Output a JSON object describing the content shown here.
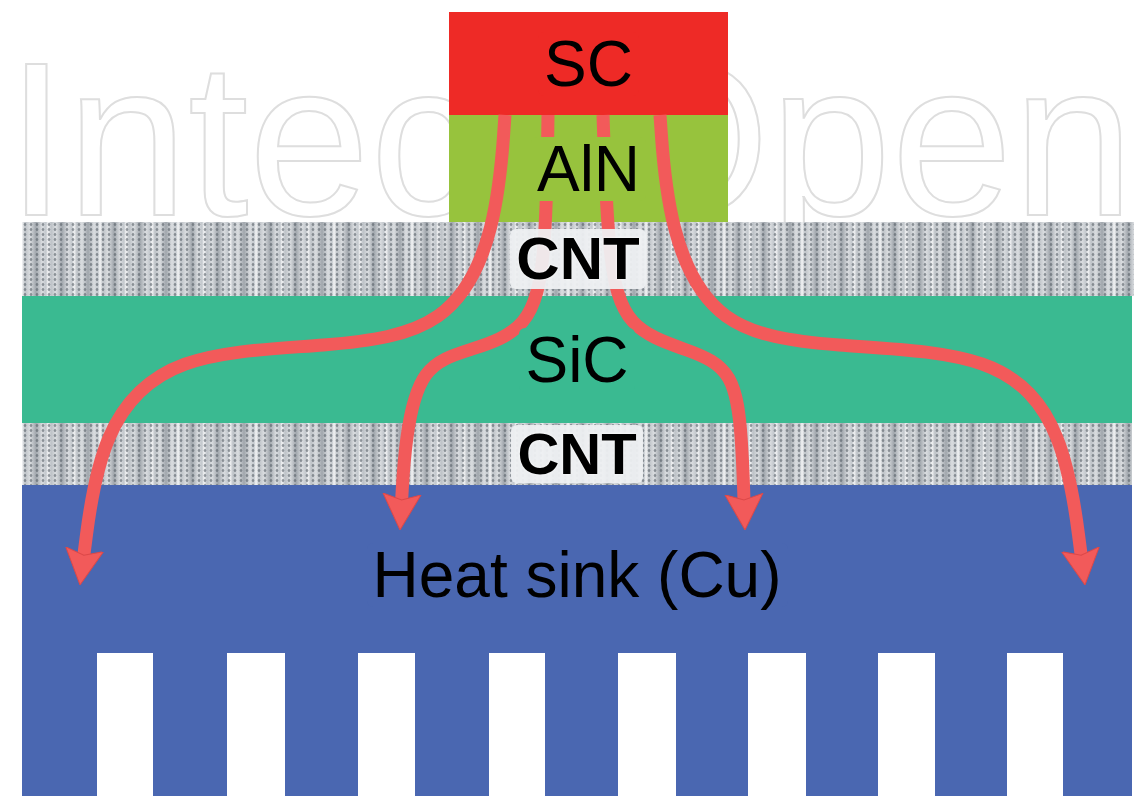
{
  "diagram": {
    "nodes": [
      {
        "text": [
          "SC"
        ]
      },
      {
        "text": [
          "AlN"
        ]
      },
      {
        "text": [
          "CNT"
        ]
      },
      {
        "text": [
          "SiC"
        ]
      },
      {
        "text": [
          "CNT"
        ]
      },
      {
        "text": [
          "Heat sink (Cu)"
        ]
      }
    ],
    "edges": [
      {
        "from": 0,
        "to": 5,
        "arrow": "to"
      },
      {
        "from": 0,
        "to": 5,
        "arrow": "to"
      },
      {
        "from": 0,
        "to": 5,
        "arrow": "to"
      },
      {
        "from": 0,
        "to": 5,
        "arrow": "to"
      }
    ],
    "labels": [
      "IntechOpen"
    ]
  }
}
